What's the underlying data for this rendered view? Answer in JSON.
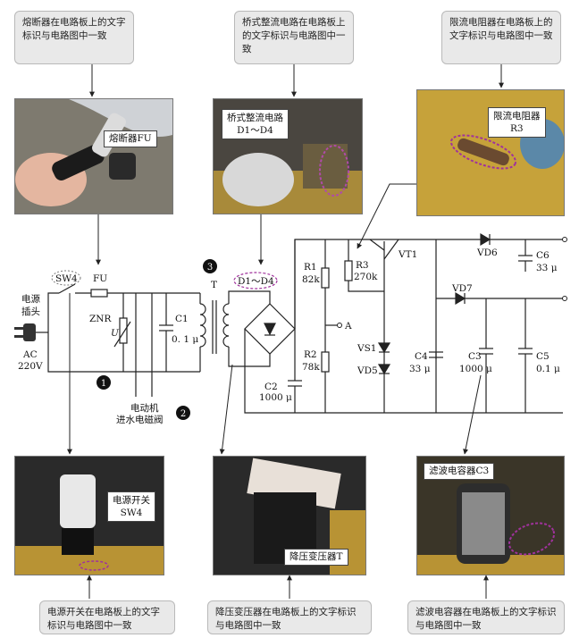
{
  "callouts": {
    "fuse": "熔断器在电路板上的文字标识与电路图中一致",
    "bridge": "桥式整流电路在电路板上的文字标识与电路图中一致",
    "resistor": "限流电阻器在电路板上的文字标识与电路图中一致",
    "switch": "电源开关在电路板上的文字标识与电路图中一致",
    "transformer": "降压变压器在电路板上的文字标识与电路图中一致",
    "capacitor": "滤波电容器在电路板上的文字标识与电路图中一致"
  },
  "photo_labels": {
    "fuse": "熔断器FU",
    "bridge_line1": "桥式整流电路",
    "bridge_line2": "D1～D4",
    "resistor_line1": "限流电阻器",
    "resistor_line2": "R3",
    "switch_line1": "电源开关",
    "switch_line2": "SW4",
    "transformer": "降压变压器T",
    "capacitor": "滤波电容器C3"
  },
  "circuit": {
    "plug_line1": "电源",
    "plug_line2": "插头",
    "ac": "AC",
    "voltage": "220V",
    "sw4": "SW4",
    "fu": "FU",
    "znr": "ZNR",
    "znr_u": "U",
    "c1": "C1",
    "c1_val": "0. 1 μ",
    "t": "T",
    "d1d4": "D1～D4",
    "c2": "C2",
    "c2_val": "1000 μ",
    "r1": "R1",
    "r1_val": "82k",
    "r2": "R2",
    "r2_val": "78k",
    "r3": "R3",
    "r3_val": "270k",
    "point_a": "A",
    "vt1": "VT1",
    "vs1": "VS1",
    "vd5": "VD5",
    "vd6": "VD6",
    "vd7": "VD7",
    "c6": "C6",
    "c6_val": "33 μ",
    "c4": "C4",
    "c4_val": "33 μ",
    "c3": "C3",
    "c3_val": "1000 μ",
    "c5": "C5",
    "c5_val": "0.1 μ",
    "motor_line1": "电动机",
    "motor_line2": "进水电磁阀",
    "marker_1": "1",
    "marker_2": "2",
    "marker_3": "3"
  },
  "colors": {
    "callout_bg": "#e9e9e9",
    "pcb_yellow": "#c9a437",
    "highlight_dash": "#a0329c"
  }
}
